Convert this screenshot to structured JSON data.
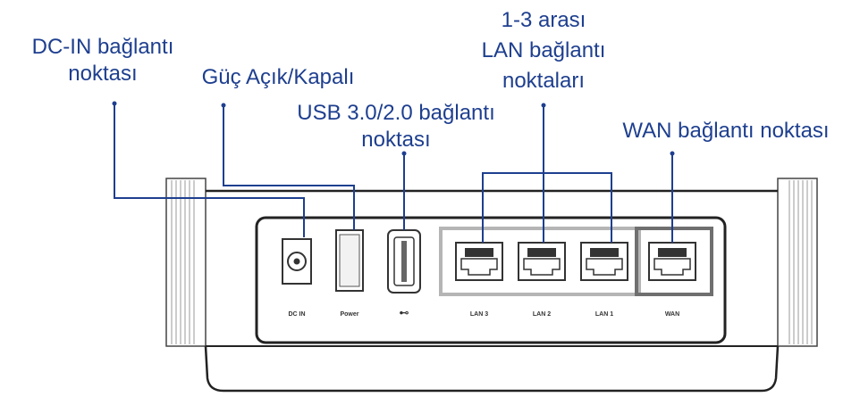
{
  "callouts": {
    "dc_in": {
      "line1": "DC-IN bağlantı",
      "line2": "noktası"
    },
    "power": {
      "line1": "Güç Açık/Kapalı"
    },
    "usb": {
      "line1": "USB 3.0/2.0 bağlantı",
      "line2": "noktası"
    },
    "lan": {
      "line1": "1-3 arası",
      "line2": "LAN bağlantı",
      "line3": "noktaları"
    },
    "wan": {
      "line1": "WAN bağlantı noktası"
    }
  },
  "port_labels": {
    "dcin": "DC IN",
    "power": "Power",
    "usb": "⊷",
    "lan3": "LAN 3",
    "lan2": "LAN 2",
    "lan1": "LAN 1",
    "wan": "WAN"
  },
  "colors": {
    "callout_text": "#1e3f8f",
    "leader_line": "#1e3f8f",
    "device_outline": "#222222",
    "lan_group_border": "#b5b5b5",
    "wan_group_border": "#6f6f6f"
  }
}
